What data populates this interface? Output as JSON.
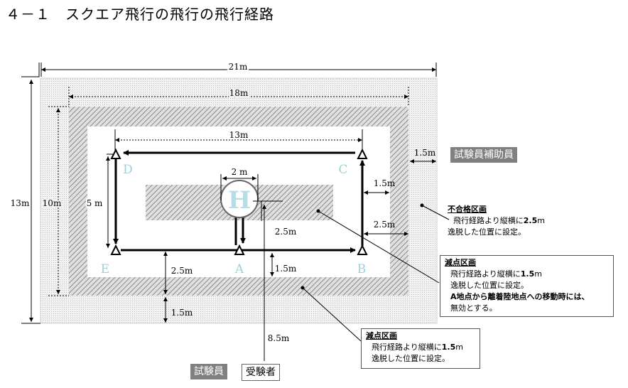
{
  "title": "４－１　スクエア飛行の飛行の飛行経路",
  "dims": {
    "outer_w": "21m",
    "inner_w": "18m",
    "path_w": "13m",
    "outer_h": "13m",
    "inner_h": "10m",
    "path_h": "5 m",
    "heli_w": "2 m",
    "gap_right_top": "1.5m",
    "gap_c": "1.5m",
    "gap_b": "2.5m",
    "gap_a": "2.5m",
    "gap_bottom_1": "1.5m",
    "gap_bottom_2": "2.5m",
    "gap_bottom_3": "1.5m",
    "operator_dist": "8.5m"
  },
  "points": {
    "A": "A",
    "B": "B",
    "C": "C",
    "D": "D",
    "E": "E"
  },
  "heliport": "H",
  "assistant": "試験員補助員",
  "examiner": "試験員",
  "examinee": "受験者",
  "fail_zone": {
    "head": "不合格区画",
    "line1": "飛行経路より縦横に",
    "val1": "2.5",
    "unit1": "m",
    "line2": "逸脱した位置に設定。"
  },
  "deduct_zone_1": {
    "head": "減点区画",
    "line1": "飛行経路より縦横に",
    "val1": "1.5",
    "unit1": "m",
    "line2": "逸脱した位置に設定。",
    "line3": "A地点から離着陸地点への移動時には、",
    "line4": "無効とする。"
  },
  "deduct_zone_2": {
    "head": "減点区画",
    "line1": "飛行経路より縦横に",
    "val1": "1.5",
    "unit1": "m",
    "line2": "逸脱した位置に設定。"
  }
}
